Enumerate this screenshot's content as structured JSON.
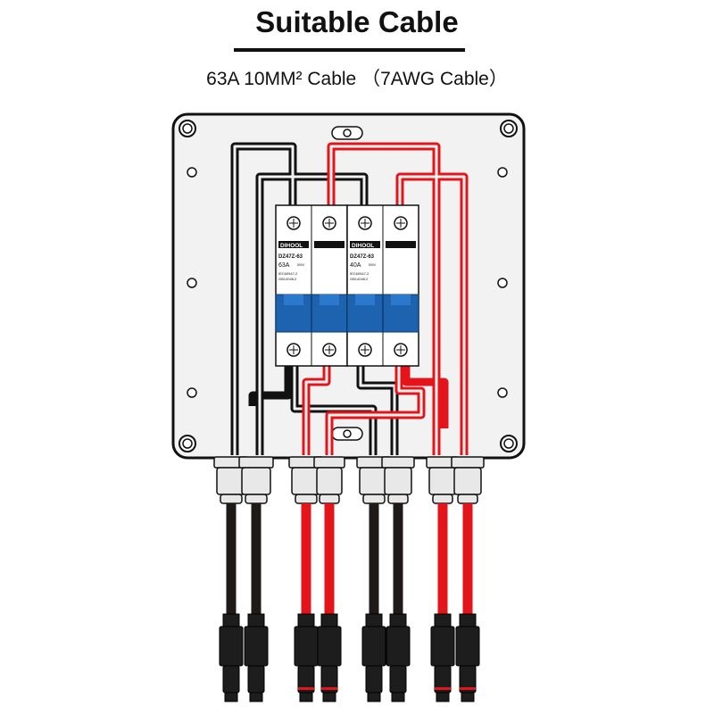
{
  "header": {
    "title": "Suitable Cable",
    "subtitle": "63A 10MM² Cable （7AWG Cable）"
  },
  "breakers": [
    {
      "brand": "DIHOOL",
      "model": "DZ47Z-63",
      "rating": "63A",
      "voltage": "500V",
      "std1": "IEC60947-2",
      "std2": "GB14048.2"
    },
    {
      "brand": "DIHOOL",
      "model": "DZ47Z-63",
      "rating": "40A",
      "voltage": "500V",
      "std1": "IEC60947-2",
      "std2": "GB14048.2"
    }
  ],
  "colors": {
    "positive_wire": "#e3151b",
    "negative_wire": "#1f1a17",
    "breaker_handle": "#1e63b0",
    "enclosure": "#f2f2f2"
  }
}
